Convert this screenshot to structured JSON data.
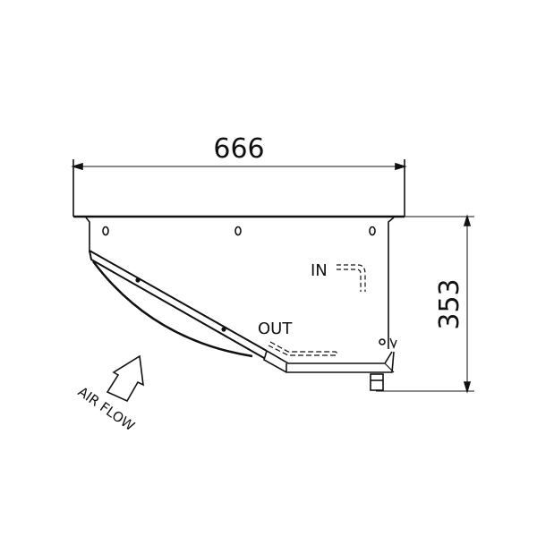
{
  "dimensions": {
    "width_label": "666",
    "height_label": "353"
  },
  "labels": {
    "inlet": "IN",
    "outlet": "OUT",
    "air_flow": "AIR FLOW"
  }
}
